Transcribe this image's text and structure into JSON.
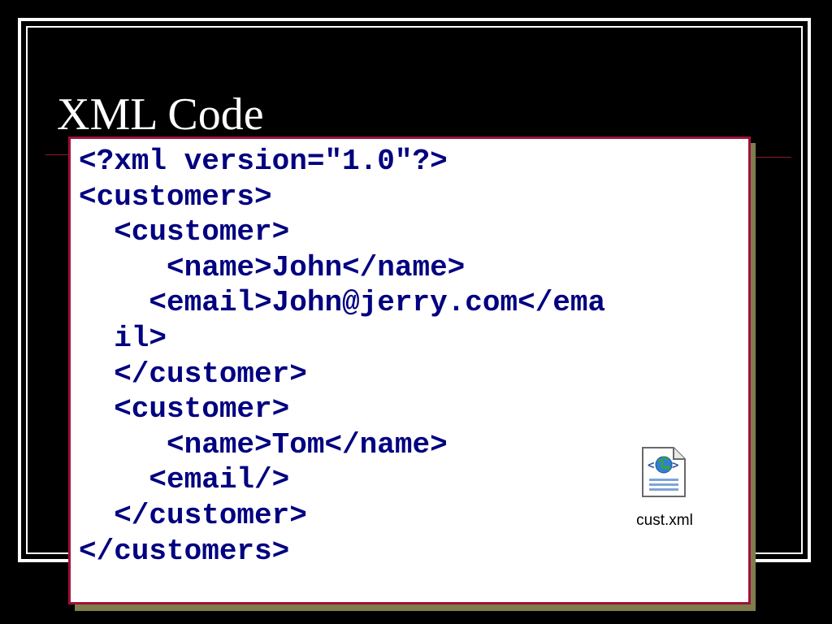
{
  "slide": {
    "title": "XML Code"
  },
  "code": {
    "lines": [
      "<?xml version=\"1.0\"?>",
      "<customers>",
      "  <customer>",
      "     <name>John</name>",
      "    <email>John@jerry.com</ema",
      "  il>",
      "  </customer>",
      "  <customer>",
      "     <name>Tom</name>",
      "    <email/>",
      "  </customer>",
      "</customers>"
    ]
  },
  "file": {
    "icon": "xml-file-icon",
    "name": "cust.xml"
  },
  "colors": {
    "background": "#000000",
    "title": "#ffffff",
    "code_text": "#000080",
    "box_border": "#a0103a",
    "box_shadow": "#7e7e4c"
  }
}
